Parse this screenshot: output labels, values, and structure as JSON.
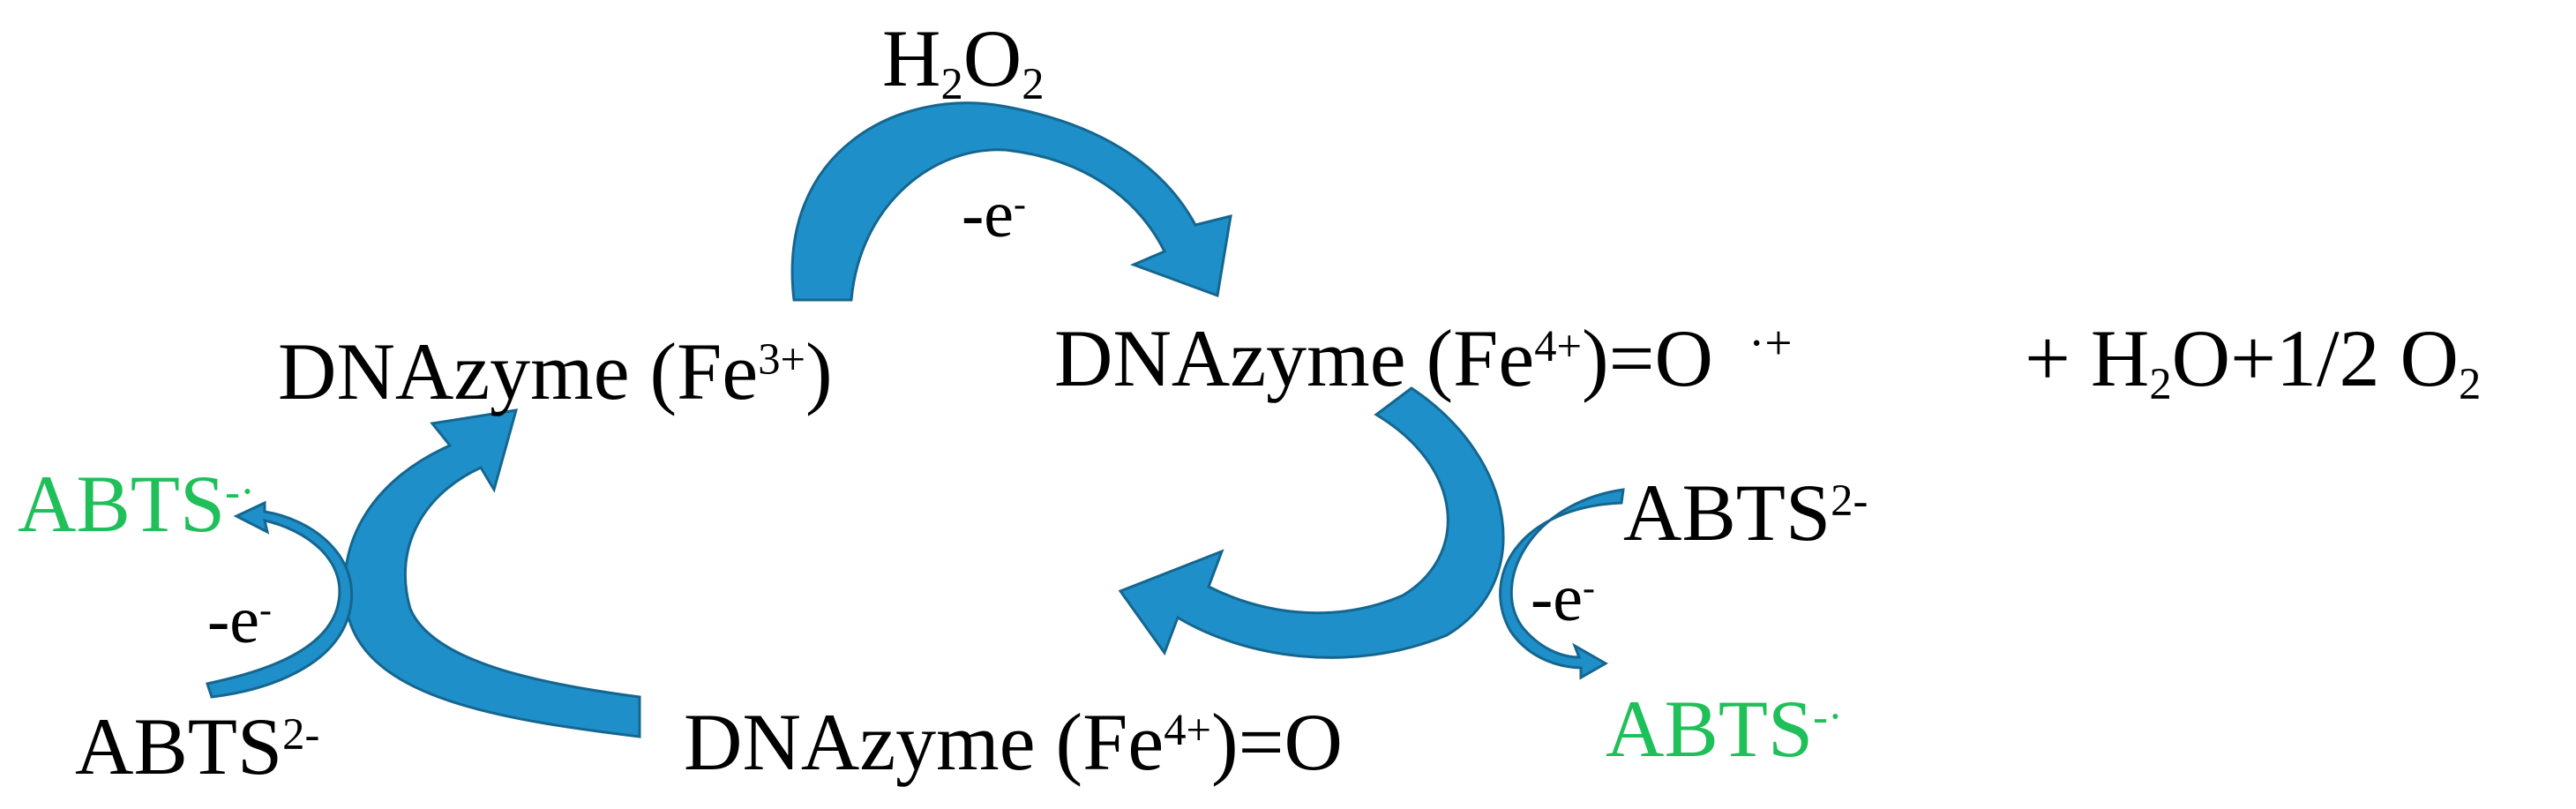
{
  "colors": {
    "arrow": "#1e8fc9",
    "arrow_edge": "#15668f",
    "text": "#000000",
    "product": "#1fbf5a"
  },
  "species": {
    "fe3": {
      "name": "DNAzyme (Fe",
      "charge": "3+",
      "close": ")"
    },
    "compound1": {
      "name": "DNAzyme (Fe",
      "charge": "4+",
      "tail": ")=O",
      "radical": "·+"
    },
    "compound2": {
      "name": "DNAzyme (Fe",
      "charge": "4+",
      "tail": ")=O"
    }
  },
  "h2o2": {
    "h": "H",
    "sub1": "2",
    "o": "O",
    "sub2": "2"
  },
  "byproducts": {
    "prefix": "+ H",
    "sub1": "2",
    "mid": "O+1/2 O",
    "sub2": "2"
  },
  "electron": {
    "base": "-e",
    "sup": "-"
  },
  "abts_substrate": {
    "base": "ABTS",
    "charge": "2-"
  },
  "abts_product": {
    "base": "ABTS",
    "charge": "-·"
  }
}
